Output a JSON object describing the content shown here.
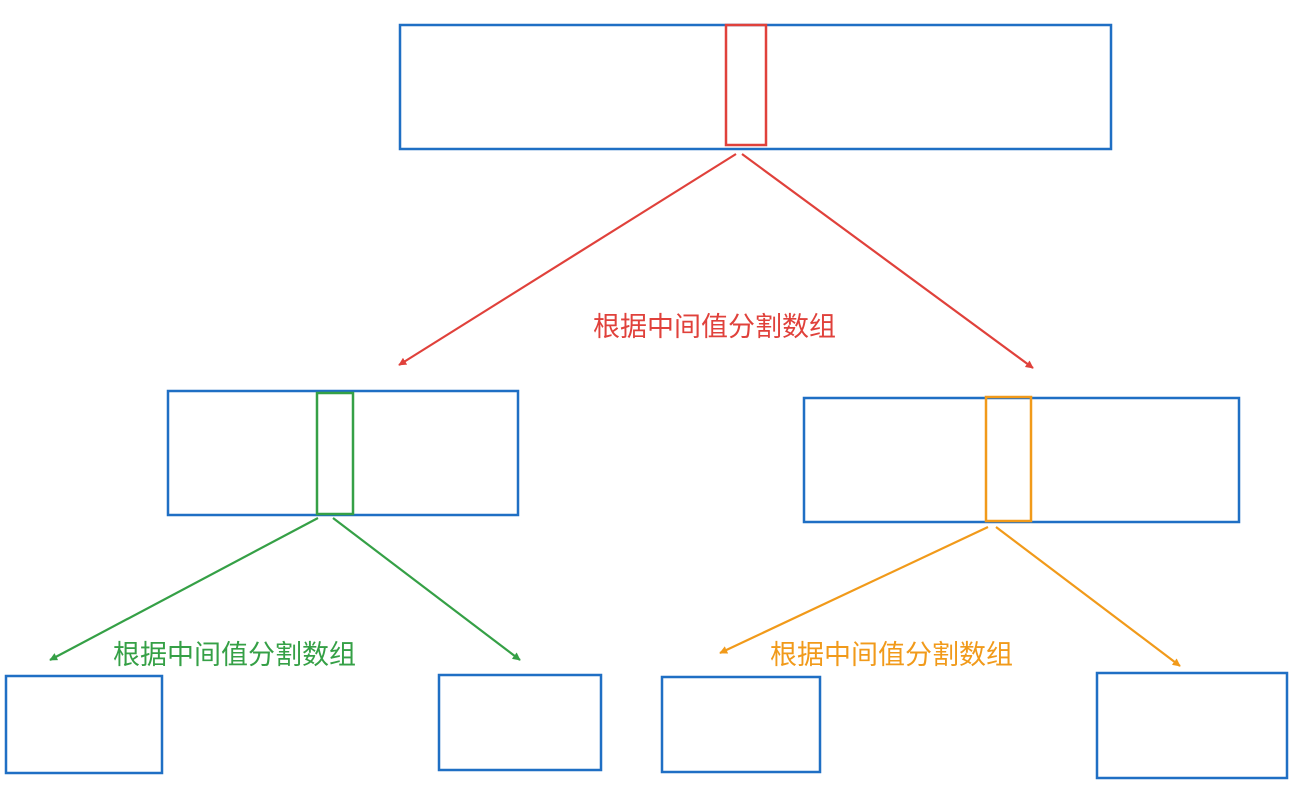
{
  "labels": {
    "top_split": "根据中间值分割数组",
    "left_split": "根据中间值分割数组",
    "right_split": "根据中间值分割数组"
  },
  "colors": {
    "box_stroke": "#1f6fc4",
    "top_pivot": "#e0413b",
    "left_pivot": "#35a046",
    "right_pivot": "#f19a1a"
  }
}
